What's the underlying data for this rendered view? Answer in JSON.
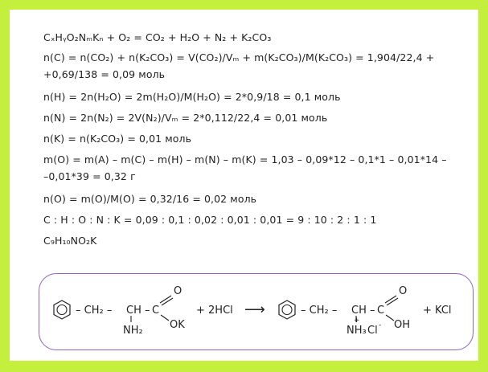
{
  "lines": {
    "l1": "CₓHᵧO₂NₘKₙ + O₂ = CO₂ + H₂O + N₂ + K₂CO₃",
    "l2a": "n(C) = n(CO₂) + n(K₂CO₃) = V(CO₂)/Vₘ + m(K₂CO₃)/M(K₂CO₃) = 1,904/22,4 +",
    "l2b": "+0,69/138 = 0,09 моль",
    "l3": "n(H) = 2n(H₂O) = 2m(H₂O)/M(H₂O) = 2*0,9/18 = 0,1 моль",
    "l4": "n(N) = 2n(N₂) = 2V(N₂)/Vₘ = 2*0,112/22,4 = 0,01 моль",
    "l5": "n(K) = n(K₂CO₃) = 0,01 моль",
    "l6a": "m(O) = m(A) – m(C) – m(H) – m(N) – m(K) = 1,03 – 0,09*12 – 0,1*1 – 0,01*14 –",
    "l6b": "–0,01*39 = 0,32 г",
    "l7": "n(O) = m(O)/M(O) = 0,32/16 = 0,02 моль",
    "l8": "C : H : O : N : K = 0,09 : 0,1 : 0,02 : 0,01 : 0,01 = 9 : 10 : 2 : 1 : 1",
    "l9": "C₉H₁₀NO₂K"
  },
  "reaction": {
    "left": {
      "ch2": "– CH₂ –",
      "ch": "CH –",
      "c": "C",
      "o_top": "O",
      "ok": "OK",
      "nh2": "NH₂"
    },
    "plus_reagent": "+ 2HCl",
    "arrow": "⟶",
    "right": {
      "ch2": "– CH₂ –",
      "ch": "CH –",
      "c": "C",
      "o_top": "O",
      "oh": "OH",
      "nh3": "NH₃",
      "cl": "Cl",
      "plus_charge": "+",
      "minus_charge": "-"
    },
    "plus_product": "+ KCl"
  },
  "colors": {
    "background": "#c5ef3d",
    "card": "#ffffff",
    "box_border": "#8e63c5",
    "text": "#222222"
  }
}
